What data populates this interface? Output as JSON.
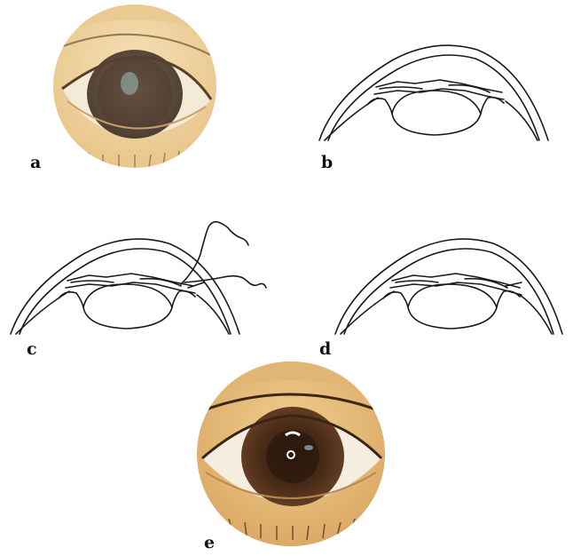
{
  "figure": {
    "panels": [
      {
        "id": "a",
        "label": "a",
        "kind": "photo",
        "subject": "eye-before"
      },
      {
        "id": "b",
        "label": "b",
        "kind": "line-drawing",
        "subject": "anterior-segment"
      },
      {
        "id": "c",
        "label": "c",
        "kind": "line-drawing",
        "subject": "anterior-segment-with-suture"
      },
      {
        "id": "d",
        "label": "d",
        "kind": "line-drawing",
        "subject": "anterior-segment-repositioned"
      },
      {
        "id": "e",
        "label": "e",
        "kind": "photo",
        "subject": "eye-after"
      }
    ]
  },
  "colors": {
    "ink": "#1a1a1a",
    "photo_a_skin": "#f0d7a4",
    "photo_a_iris": "#5e4a3a",
    "photo_e_skin": "#e7c07e",
    "photo_e_iris": "#4a2c18",
    "sclera": "#f4ede0"
  }
}
